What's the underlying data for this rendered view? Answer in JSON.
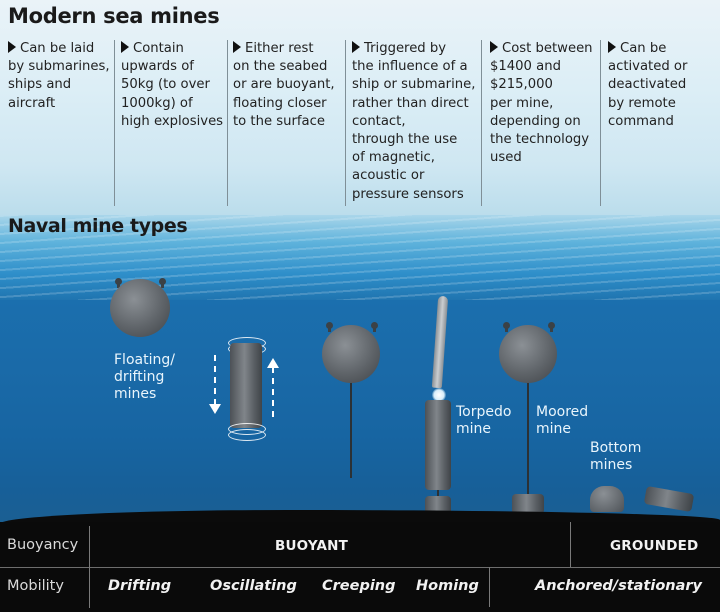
{
  "title": "Modern sea mines",
  "facts": [
    {
      "text": "Can be laid\nby submarines,\nships and\naircraft"
    },
    {
      "text": "Contain\nupwards of\n50kg (to over\n1000kg) of\nhigh explosives"
    },
    {
      "text": "Either rest\non the seabed\nor are buoyant,\nfloating closer\nto the surface"
    },
    {
      "text": "Triggered by\nthe influence of a\nship or submarine,\nrather than direct\ncontact,\nthrough the use\nof magnetic,\nacoustic or\npressure sensors"
    },
    {
      "text": "Cost between\n$1400 and\n$215,000\nper mine,\ndepending on\nthe technology\nused"
    },
    {
      "text": "Can be\nactivated or\ndeactivated\nby remote\ncommand"
    }
  ],
  "section_title": "Naval mine types",
  "mine_labels": {
    "floating": "Floating/\ndrifting\nmines",
    "torpedo": "Torpedo\nmine",
    "moored": "Moored\nmine",
    "bottom": "Bottom\nmines"
  },
  "table": {
    "buoyancy_label": "Buoyancy",
    "buoyant": "BUOYANT",
    "grounded": "GROUNDED",
    "mobility_label": "Mobility",
    "mobility": [
      "Drifting",
      "Oscillating",
      "Creeping",
      "Homing",
      "Anchored/stationary"
    ]
  },
  "colors": {
    "sky": "#dceef6",
    "sea": "#1b6fae",
    "seabed": "#0a0a0a",
    "mine": "#5f6469"
  }
}
